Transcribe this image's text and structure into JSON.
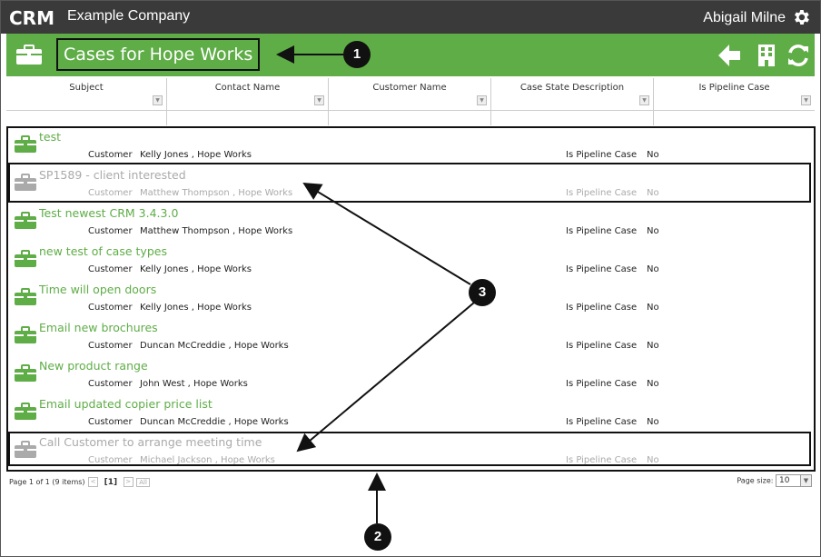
{
  "topbar": {
    "logo": "CRM",
    "company": "Example Company",
    "user": "Abigail Milne"
  },
  "header": {
    "title": "Cases for Hope Works"
  },
  "columns": [
    "Subject",
    "Contact Name",
    "Customer Name",
    "Case State Description",
    "Is Pipeline Case"
  ],
  "field_labels": {
    "customer": "Customer",
    "pipeline": "Is Pipeline Case"
  },
  "cases": [
    {
      "subject": "test",
      "customer": "Kelly Jones , Hope Works",
      "pipeline": "No",
      "state": "active"
    },
    {
      "subject": "SP1589 - client interested",
      "customer": "Matthew Thompson , Hope Works",
      "pipeline": "No",
      "state": "inactive"
    },
    {
      "subject": "Test newest CRM 3.4.3.0",
      "customer": "Matthew Thompson , Hope Works",
      "pipeline": "No",
      "state": "active"
    },
    {
      "subject": "new test of case types",
      "customer": "Kelly Jones , Hope Works",
      "pipeline": "No",
      "state": "active"
    },
    {
      "subject": "Time will open doors",
      "customer": "Kelly Jones , Hope Works",
      "pipeline": "No",
      "state": "active"
    },
    {
      "subject": "Email new brochures",
      "customer": "Duncan McCreddie , Hope Works",
      "pipeline": "No",
      "state": "active"
    },
    {
      "subject": "New product range",
      "customer": "John West , Hope Works",
      "pipeline": "No",
      "state": "active"
    },
    {
      "subject": "Email updated copier price list",
      "customer": "Duncan McCreddie , Hope Works",
      "pipeline": "No",
      "state": "active"
    },
    {
      "subject": "Call Customer to arrange meeting time",
      "customer": "Michael Jackson , Hope Works",
      "pipeline": "No",
      "state": "inactive"
    }
  ],
  "pager": {
    "info": "Page 1 of 1 (9 items)",
    "current": "[1]",
    "prev": "<",
    "next": ">",
    "all": "All",
    "page_size_label": "Page size:",
    "page_size": "10"
  },
  "callouts": [
    "1",
    "2",
    "3"
  ],
  "colors": {
    "green": "#5fad47",
    "dark": "#3a3a3a",
    "grey_text": "#aaaaaa"
  }
}
